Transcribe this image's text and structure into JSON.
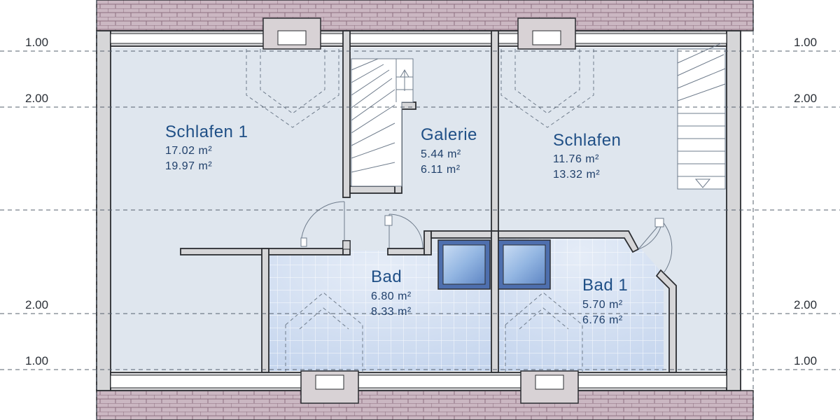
{
  "rooms": {
    "schlafen1": {
      "name": "Schlafen 1",
      "area1": "17.02 m²",
      "area2": "19.97 m²"
    },
    "galerie": {
      "name": "Galerie",
      "area1": "5.44 m²",
      "area2": "6.11 m²"
    },
    "schlafen": {
      "name": "Schlafen",
      "area1": "11.76 m²",
      "area2": "13.32 m²"
    },
    "bad": {
      "name": "Bad",
      "area1": "6.80 m²",
      "area2": "8.33 m²"
    },
    "bad1": {
      "name": "Bad 1",
      "area1": "5.70 m²",
      "area2": "6.76 m²"
    }
  },
  "levels": {
    "top_1": "1.00",
    "top_2": "2.00",
    "bottom_2": "2.00",
    "bottom_1": "1.00"
  },
  "colors": {
    "floor": "#dfe6ee",
    "tile": "#c9d8ee",
    "wall": "#d6d6d8",
    "roof": "#cdb9c3",
    "label": "#1f4f86"
  }
}
